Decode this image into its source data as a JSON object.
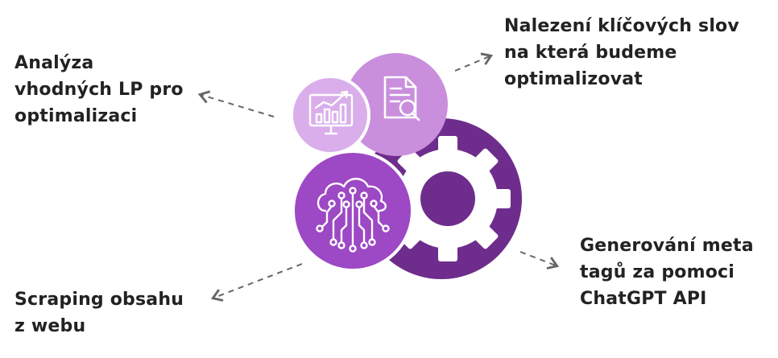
{
  "labels": {
    "analysis": [
      "Analýza",
      "vhodných LP pro",
      "optimalizaci"
    ],
    "keywords": [
      "Nalezení klíčových slov",
      "na která budeme",
      "optimalizovat"
    ],
    "meta": [
      "Generování meta",
      "tagů za pomoci",
      "ChatGPT API"
    ],
    "scraping": [
      "Scraping obsahu",
      "z webu"
    ]
  },
  "colors": {
    "gear_circle": "#6e2d8c",
    "gear": "#ffffff",
    "cloud_circle": "#9d48c5",
    "document_circle": "#c98fdc",
    "chart_circle": "#d9aeea",
    "arrow": "#666666",
    "text": "#222222"
  },
  "icons": [
    "chart-monitor-icon",
    "document-search-icon",
    "gear-icon",
    "cloud-network-icon"
  ]
}
